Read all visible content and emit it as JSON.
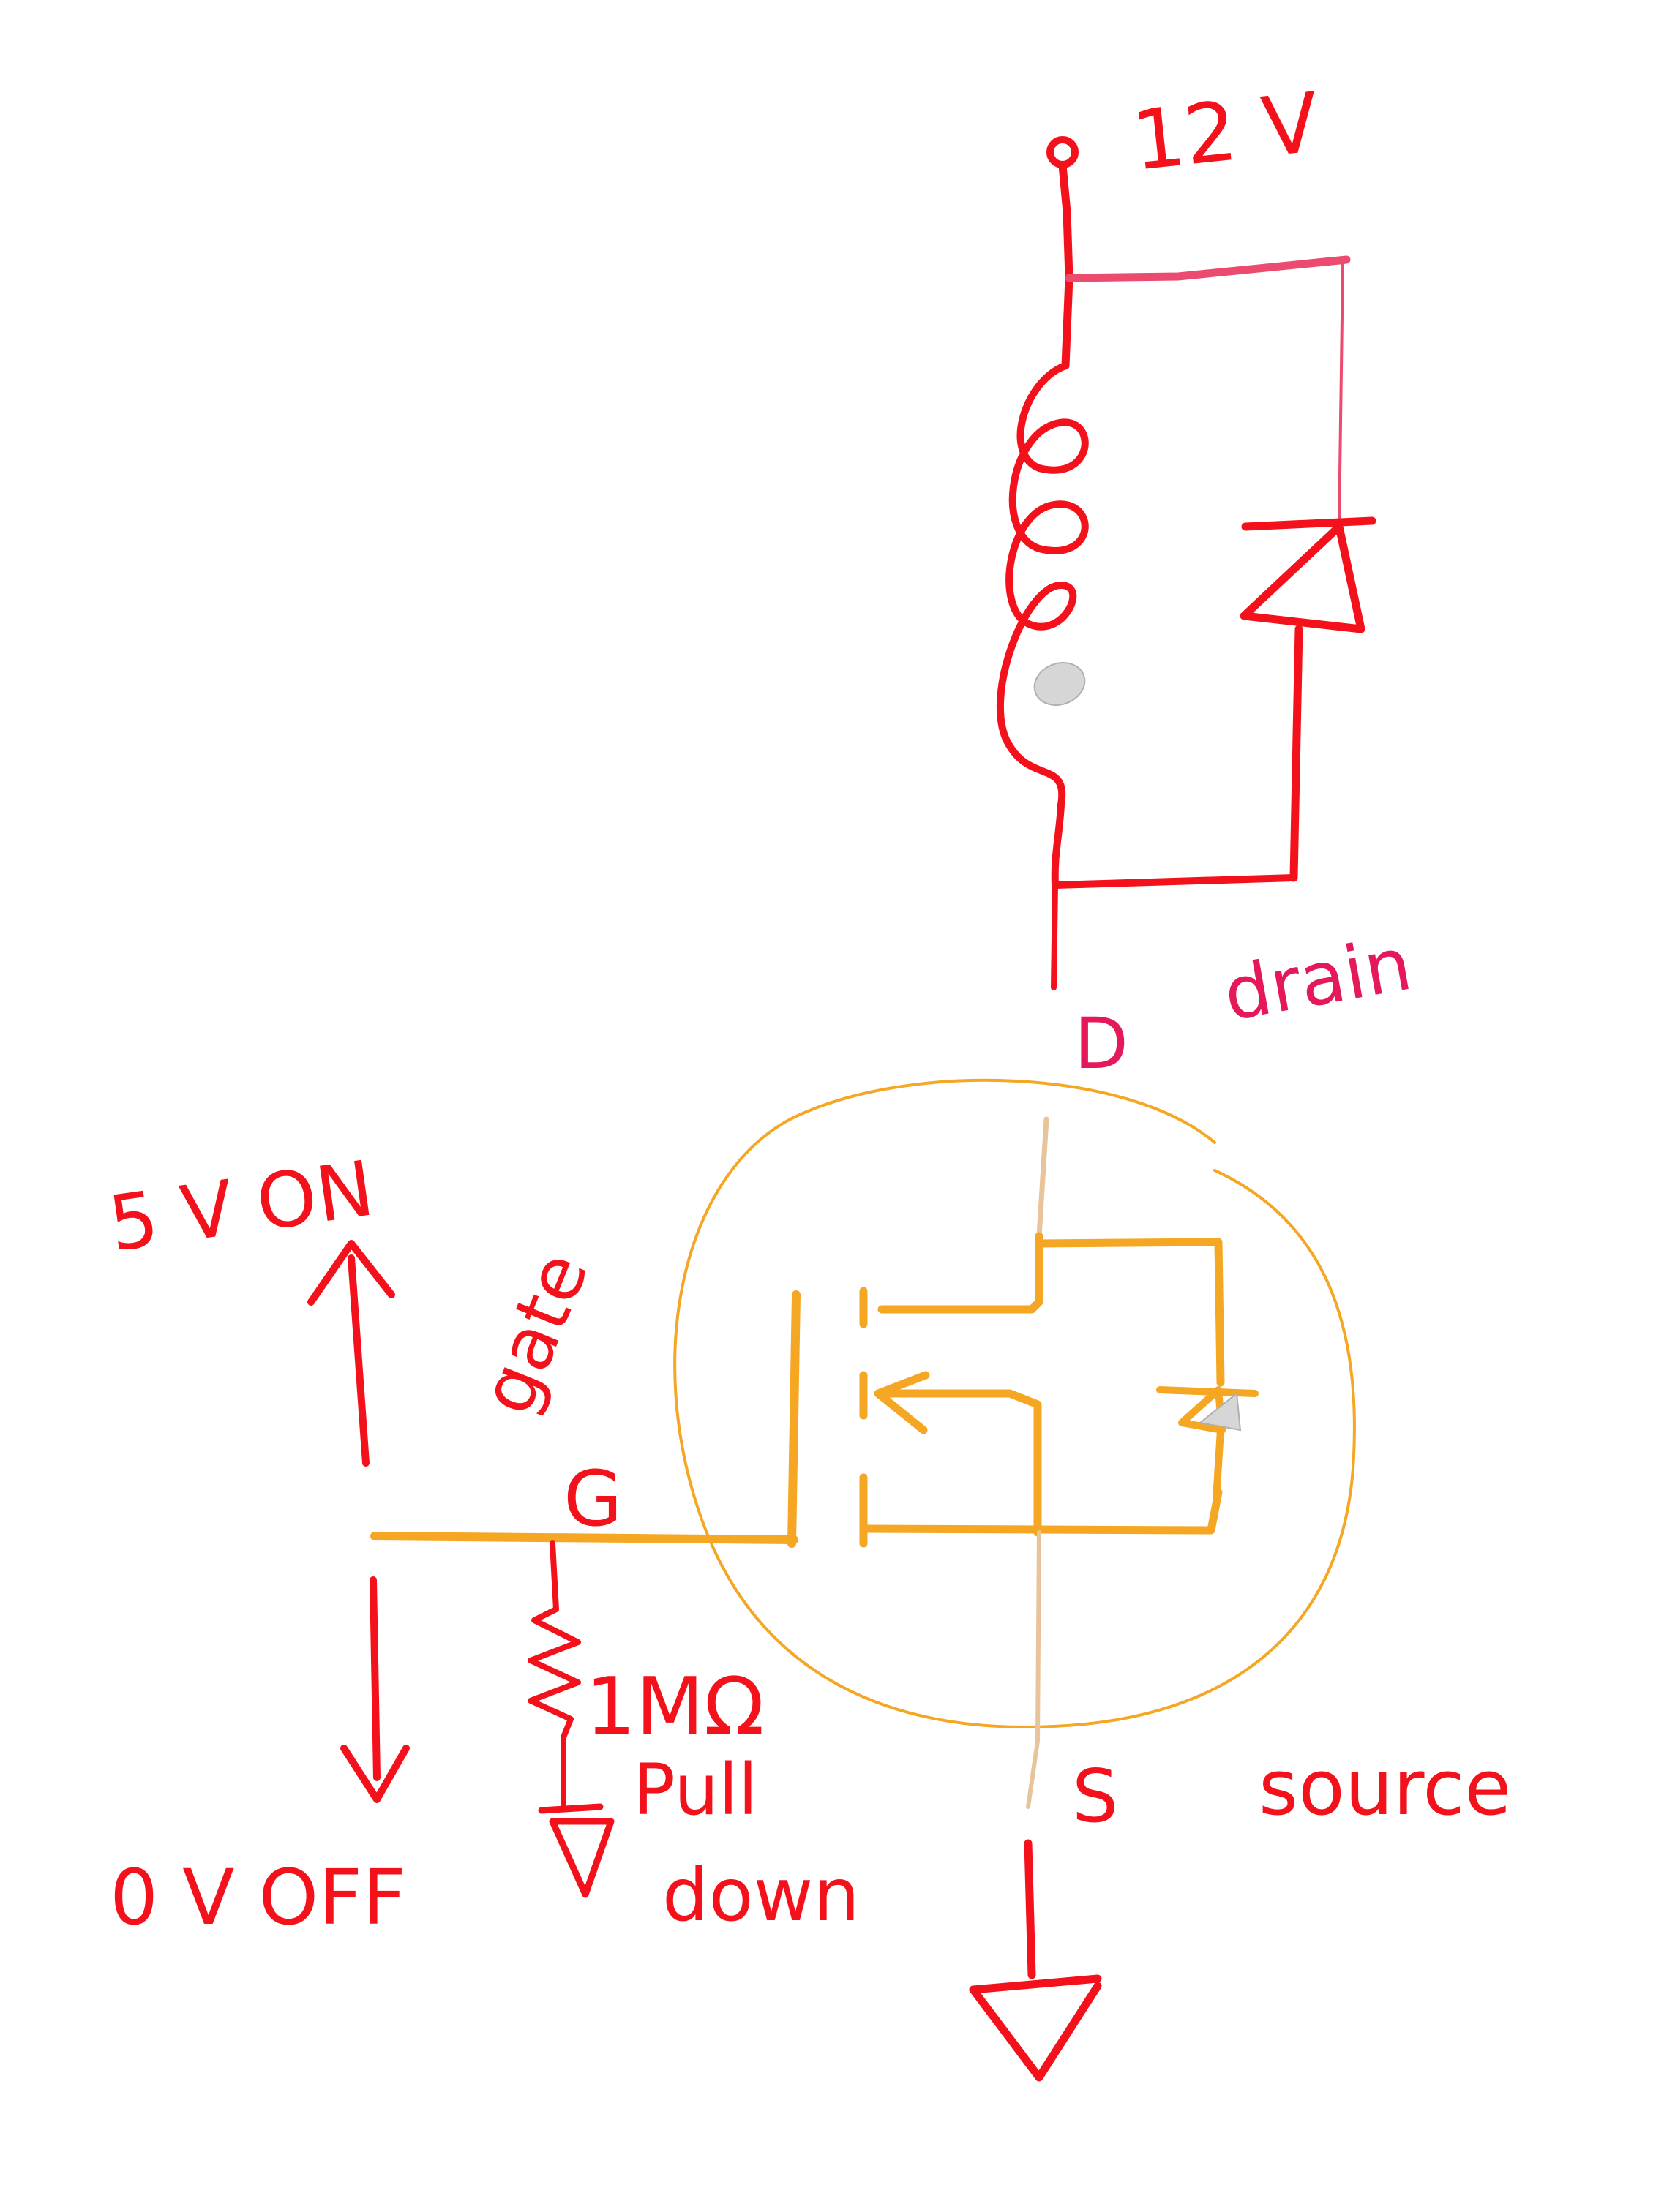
{
  "labels": {
    "supply": "12 V",
    "drain_letter": "D",
    "drain_word": "drain",
    "gate_word": "gate",
    "gate_letter": "G",
    "source_letter": "S",
    "source_word": "source",
    "on_state": "5 V ON",
    "off_state": "0 V OFF",
    "resistor_value": "1MΩ",
    "pull_word": "Pull",
    "down_word": "down"
  },
  "colors": {
    "ink_red": "#f3121c",
    "ink_pink": "#e5195a",
    "ink_orange": "#f5a623",
    "ink_tan": "#e8c49a"
  }
}
